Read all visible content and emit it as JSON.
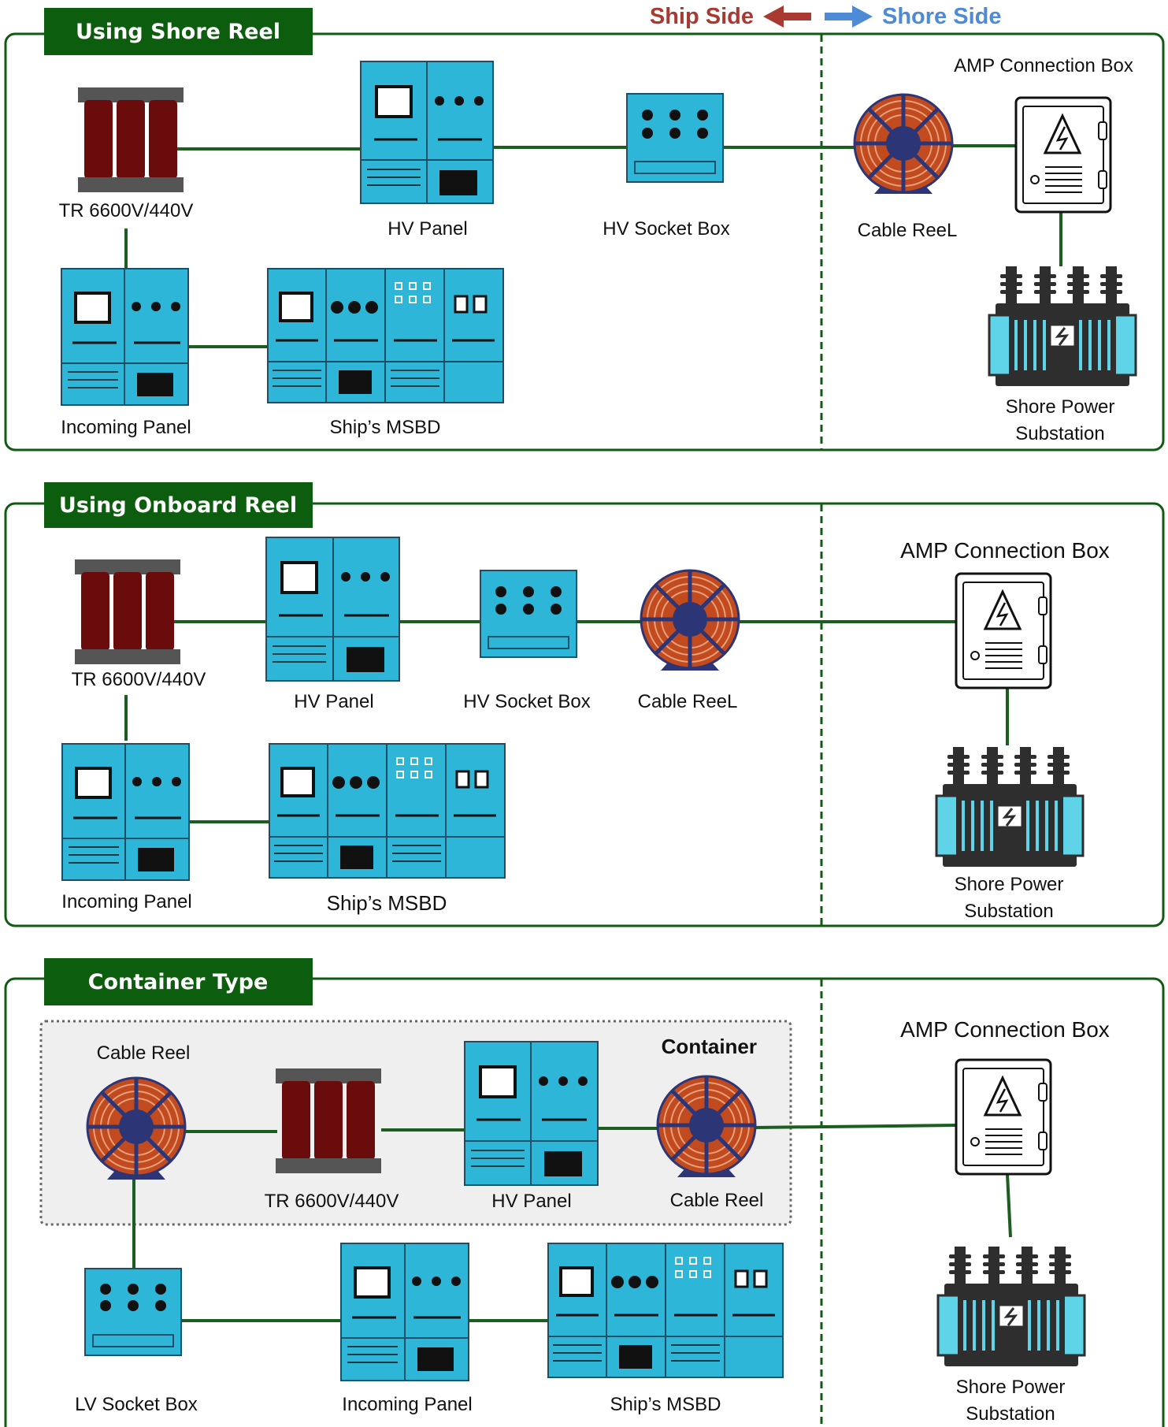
{
  "legend": {
    "ship_side": "Ship Side",
    "shore_side": "Shore Side"
  },
  "colors": {
    "frame": "#0f5b12",
    "title_bg": "#0d5d0e",
    "wire": "#1b5e20",
    "panel": "#2eb6d8",
    "panel_stroke": "#1b4f66",
    "transformer_core": "#6a0c0c",
    "transformer_plate": "#555555",
    "reel": "#c24a1f",
    "reel_hub": "#2c3576",
    "ship_side": "#a83a32",
    "shore_side": "#4f8ad6",
    "substation_body": "#2e2e2e",
    "substation_fins": "#5fd3e8",
    "container_bg": "#efefef"
  },
  "sections": [
    {
      "title": "Using Shore Reel",
      "labels": {
        "transformer": "TR 6600V/440V",
        "hv_panel": "HV Panel",
        "hv_socket": "HV Socket Box",
        "cable_reel": "Cable ReeL",
        "amp_box": "AMP Connection Box",
        "incoming": "Incoming Panel",
        "msbd": "Ship’s MSBD",
        "substation_line1": "Shore Power",
        "substation_line2": "Substation"
      }
    },
    {
      "title": "Using Onboard Reel",
      "labels": {
        "transformer": "TR 6600V/440V",
        "hv_panel": "HV Panel",
        "hv_socket": "HV Socket Box",
        "cable_reel": "Cable ReeL",
        "amp_box": "AMP Connection Box",
        "incoming": "Incoming Panel",
        "msbd": "Ship’s MSBD",
        "substation_line1": "Shore Power",
        "substation_line2": "Substation"
      }
    },
    {
      "title": "Container Type",
      "labels": {
        "container": "Container",
        "cable_reel_left": "Cable Reel",
        "transformer": "TR 6600V/440V",
        "hv_panel": "HV Panel",
        "cable_reel_right": "Cable Reel",
        "amp_box": "AMP Connection Box",
        "lv_socket": "LV Socket Box",
        "incoming": "Incoming Panel",
        "msbd": "Ship’s MSBD",
        "substation_line1": "Shore Power",
        "substation_line2": "Substation"
      }
    }
  ]
}
